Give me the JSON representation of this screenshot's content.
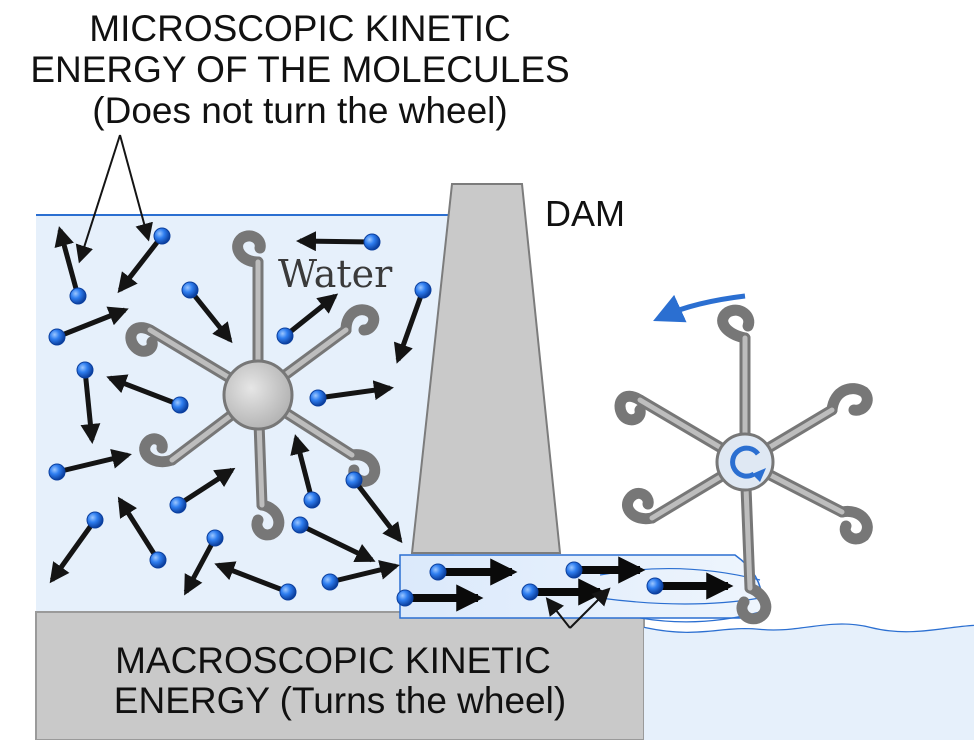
{
  "labels": {
    "micro_line1": "MICROSCOPIC KINETIC",
    "micro_line2": "ENERGY OF THE MOLECULES",
    "micro_line3": "(Does not turn the wheel)",
    "dam": "DAM",
    "water": "Water",
    "macro_line1": "MACROSCOPIC KINETIC",
    "macro_line2": "ENERGY (Turns the wheel)"
  },
  "colors": {
    "water": "#e6f0fb",
    "water_edge": "#2b6fd1",
    "molecule": "#1b63d6",
    "arrow": "#141414",
    "structure": "#c9c9c9",
    "wheel_spoke": "#777777",
    "jet_arrow": "#0a0a0a"
  },
  "icons": {
    "molecule": "blue-sphere-icon",
    "rotation": "curved-arrow-icon"
  }
}
